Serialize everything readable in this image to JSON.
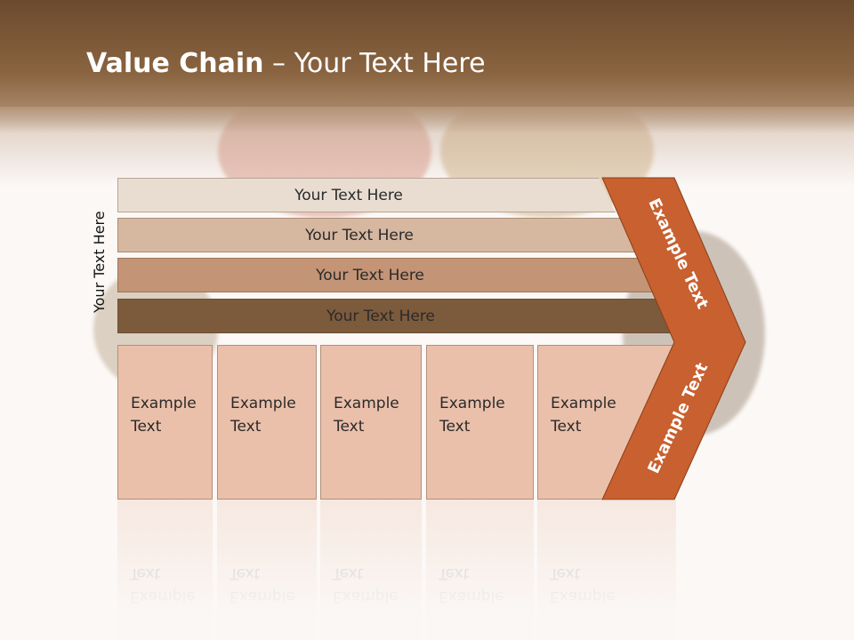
{
  "title": {
    "bold": "Value Chain",
    "rest": " – Your Text Here"
  },
  "side_label": "Your Text Here",
  "bars": [
    {
      "label": "Your Text Here"
    },
    {
      "label": "Your Text Here"
    },
    {
      "label": "Your Text Here"
    },
    {
      "label": "Your Text Here"
    }
  ],
  "boxes": [
    {
      "line1": "Example",
      "line2": "Text"
    },
    {
      "line1": "Example",
      "line2": "Text"
    },
    {
      "line1": "Example",
      "line2": "Text"
    },
    {
      "line1": "Example",
      "line2": "Text"
    },
    {
      "line1": "Example",
      "line2": "Text"
    }
  ],
  "chevron": {
    "upper": "Example Text",
    "lower": "Example Text"
  },
  "colors": {
    "header": "#7a5636",
    "chevron": "#c8602f",
    "box": "#ebc0aa"
  }
}
